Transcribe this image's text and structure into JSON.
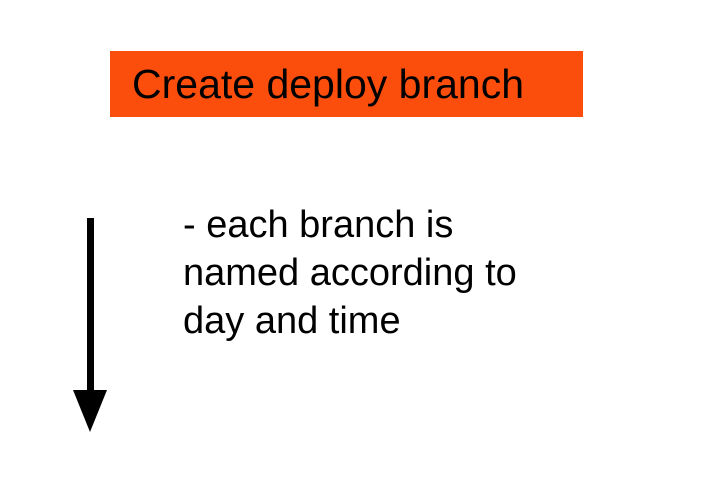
{
  "slide": {
    "background_color": "#ffffff",
    "step_box": {
      "label": "Create deploy branch",
      "fill_color": "#fb4e0d",
      "text_color": "#000000"
    },
    "arrow": {
      "icon": "down-arrow-icon",
      "direction": "down",
      "color": "#000000"
    },
    "note": {
      "text": "- each branch is\nnamed according to\nday and time"
    }
  }
}
